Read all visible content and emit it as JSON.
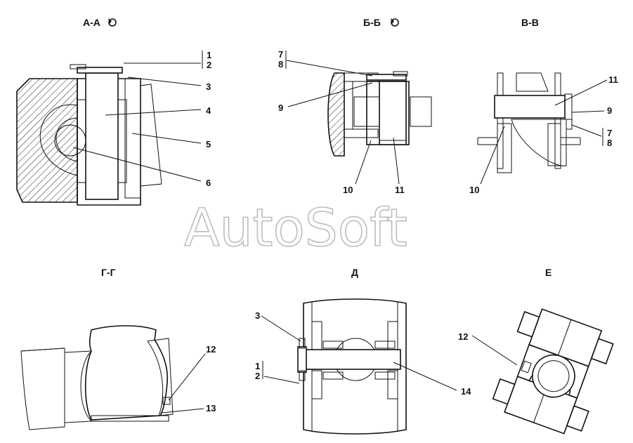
{
  "watermark": "AutoSoft",
  "views": [
    {
      "id": "a",
      "title": "А-А",
      "rotate_icon": "rotate-icon",
      "callouts": [
        "1",
        "2",
        "3",
        "4",
        "5",
        "6"
      ]
    },
    {
      "id": "b",
      "title": "Б-Б",
      "rotate_icon": "rotate-icon",
      "callouts": [
        "7",
        "8",
        "9",
        "10",
        "11"
      ]
    },
    {
      "id": "v",
      "title": "В-В",
      "callouts": [
        "11",
        "9",
        "7",
        "8",
        "10"
      ]
    },
    {
      "id": "g",
      "title": "Г-Г",
      "callouts": [
        "12",
        "13"
      ]
    },
    {
      "id": "d",
      "title": "Д",
      "callouts": [
        "3",
        "1",
        "2",
        "14"
      ]
    },
    {
      "id": "e",
      "title": "Е",
      "callouts": [
        "12"
      ]
    }
  ],
  "colors": {
    "line": "#111111",
    "hatch": "#222222",
    "watermark": "#bdbdbd",
    "background": "#ffffff"
  }
}
